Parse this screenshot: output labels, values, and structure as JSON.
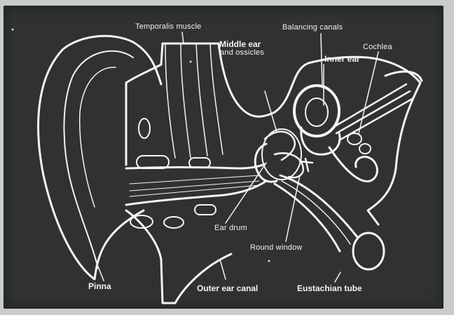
{
  "colors": {
    "background": "#2f3230",
    "outline": "#f4f4f2",
    "page": "#c9cdc8"
  },
  "labels": {
    "temporalis_muscle": "Temporalis muscle",
    "balancing_canals": "Balancing canals",
    "middle_ear": "Middle ear",
    "and_ossicles": "and ossicles",
    "inner_ear": "Inner ear",
    "cochlea": "Cochlea",
    "ear_drum": "Ear drum",
    "round_window": "Round window",
    "pinna": "Pinna",
    "outer_ear_canal": "Outer ear canal",
    "eustachian_tube": "Eustachian tube"
  }
}
